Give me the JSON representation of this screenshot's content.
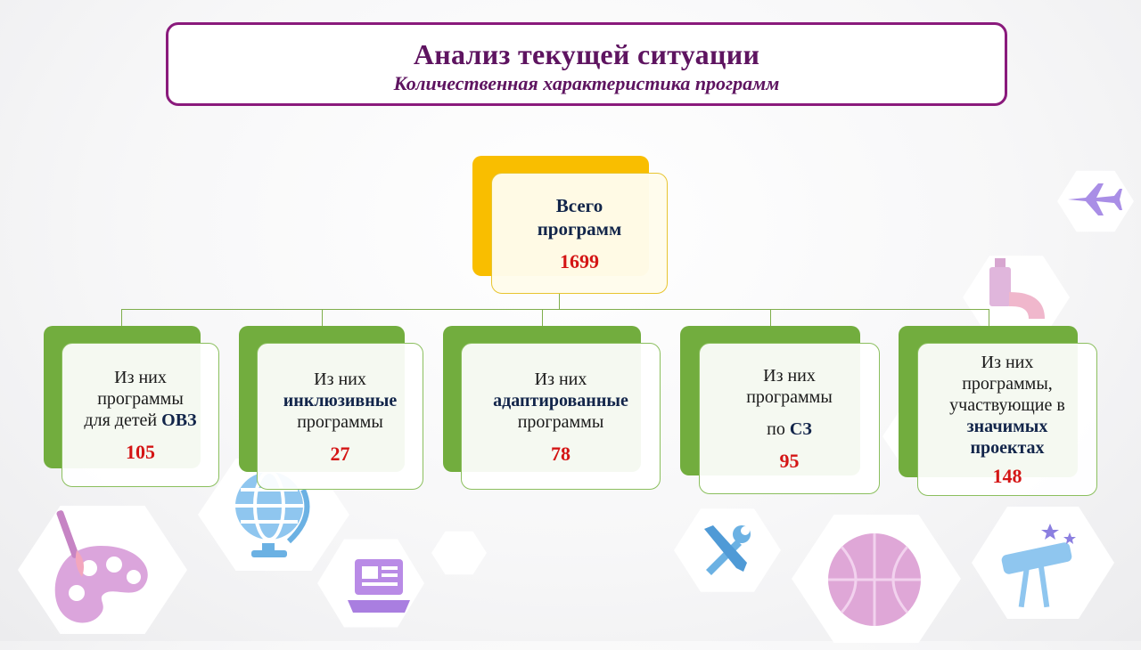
{
  "header": {
    "title": "Анализ текущей ситуации",
    "subtitle": "Количественная характеристика программ"
  },
  "root": {
    "line1": "Всего",
    "line2": "программ",
    "value": "1699"
  },
  "children": [
    {
      "l1": "Из них",
      "l2": "программы",
      "l3_plain": "для детей ",
      "l3_bold": "ОВЗ",
      "value": "105"
    },
    {
      "l1": "Из них",
      "l2_bold": "инклюзивные",
      "l3": "программы",
      "value": "27"
    },
    {
      "l1": "Из них",
      "l2_bold": "адаптированные",
      "l3": "программы",
      "value": "78"
    },
    {
      "l1": "Из них",
      "l2": "программы",
      "l3_plain": "по ",
      "l3_bold": "СЗ",
      "value": "95"
    },
    {
      "l1": "Из них",
      "l2": "программы,",
      "l3": "участвующие в",
      "l4_bold": "значимых",
      "l5_bold": "проектах",
      "value": "148"
    }
  ],
  "colors": {
    "title_border": "#8a1a7c",
    "title_text": "#5e1460",
    "root_accent": "#f9be00",
    "child_accent": "#72ad3e",
    "value_text": "#d41515",
    "label_bold": "#12254a"
  },
  "decorations": [
    "airplane-icon",
    "microscope-icon",
    "globe-icon",
    "palette-icon",
    "laptop-icon",
    "tools-icon",
    "basketball-icon",
    "telescope-icon"
  ]
}
